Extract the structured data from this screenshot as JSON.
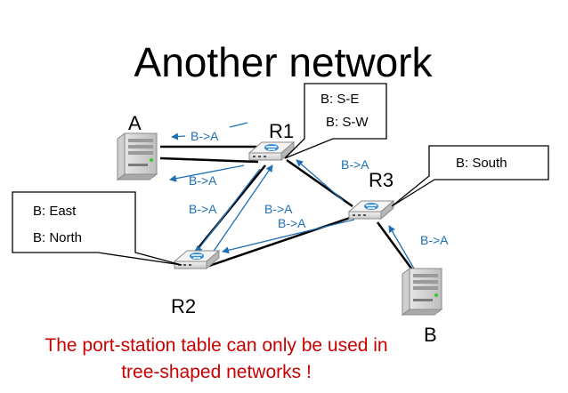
{
  "title": "Another network",
  "nodes": {
    "host_a": "A",
    "host_b": "B",
    "r1": "R1",
    "r2": "R2",
    "r3": "R3"
  },
  "callouts": {
    "r1": [
      "B: S-E",
      "B: S-W"
    ],
    "r2": [
      "B: East",
      "B: North"
    ],
    "r3": [
      "B: South"
    ]
  },
  "arrow_label": "B->A",
  "footer": [
    "The port-station table can only be used in",
    "tree-shaped networks !"
  ],
  "colors": {
    "arrow": "#1f6fb5",
    "footer": "#cc0000",
    "link": "#000000"
  },
  "icons": {
    "router": "router-icon",
    "server": "server-icon"
  }
}
